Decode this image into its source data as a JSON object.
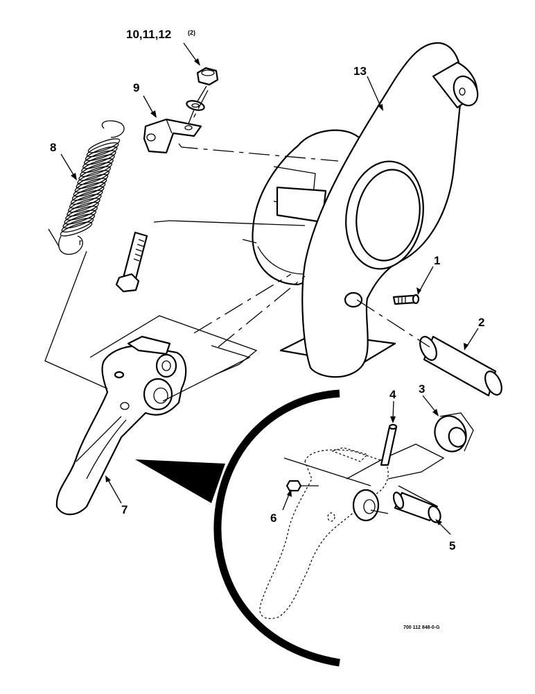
{
  "figure": {
    "drawing_number": "700 112 848-0-G"
  },
  "callouts": {
    "c1": "1",
    "c2": "2",
    "c3": "3",
    "c4": "4",
    "c5": "5",
    "c6": "6",
    "c7": "7",
    "c8": "8",
    "c9": "9",
    "c10": "10,11,12",
    "c10_qty": "(2)",
    "c13": "13"
  }
}
